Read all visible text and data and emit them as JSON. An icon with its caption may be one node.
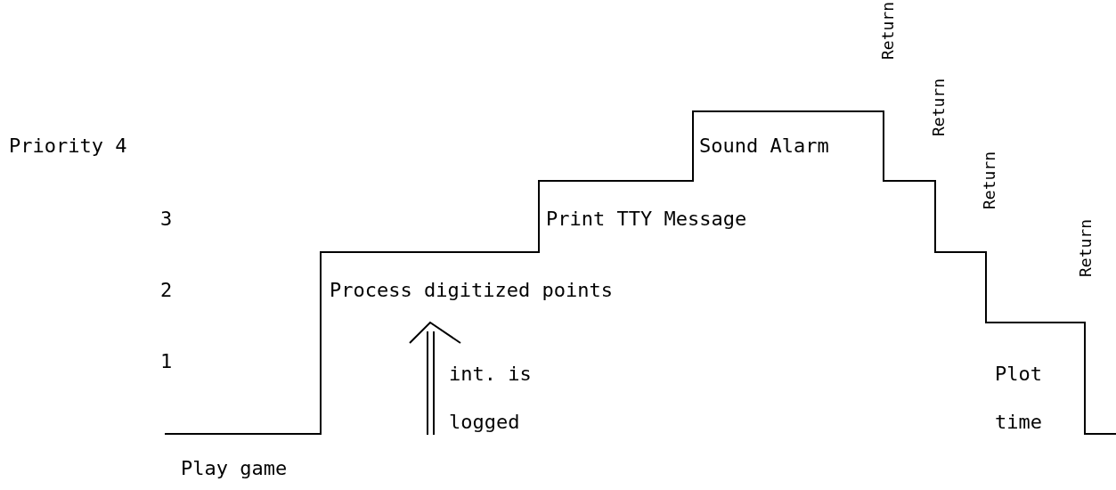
{
  "diagram": {
    "labels": [
      "Return",
      "Return",
      "Return",
      "Return",
      "Priority 4",
      "Sound Alarm",
      "3",
      "Print TTY Message",
      "2",
      "Process digitized points",
      "1",
      "int. is logged",
      "Plot time",
      "Play game"
    ]
  }
}
